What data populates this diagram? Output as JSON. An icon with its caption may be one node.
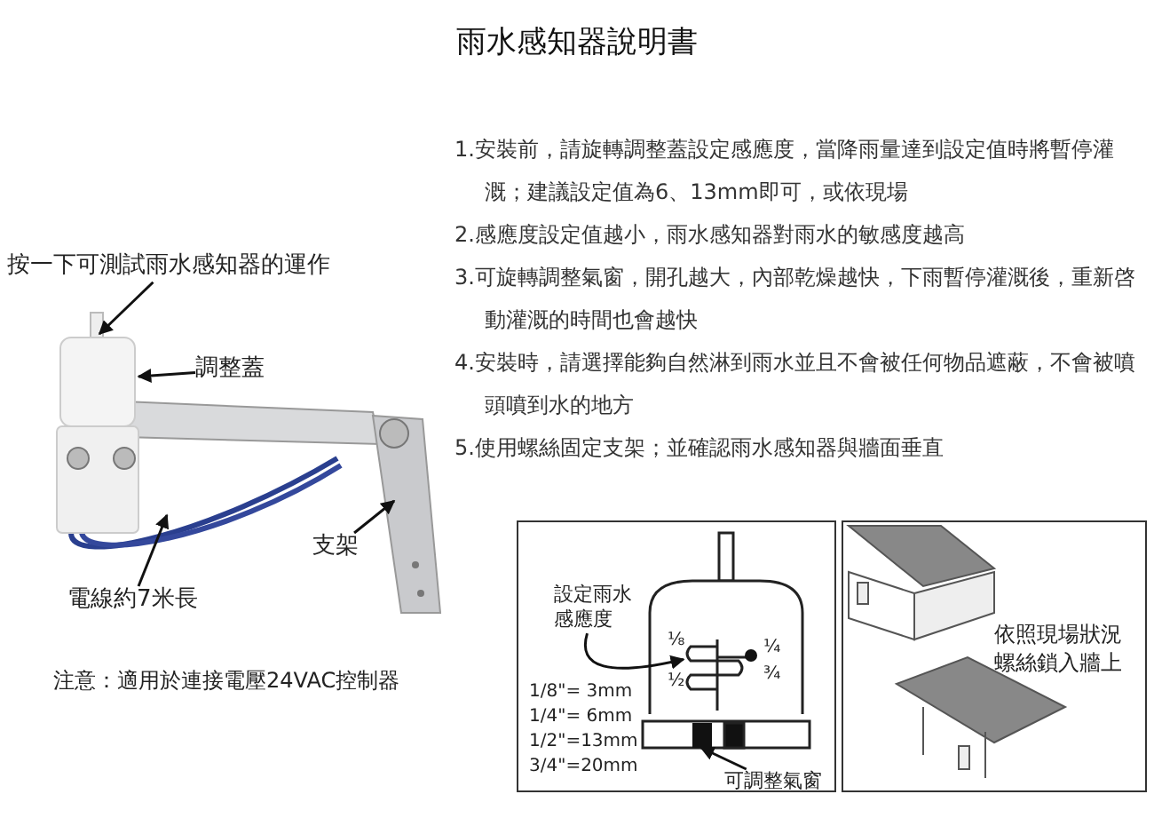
{
  "diagram": {
    "title": "雨水感知器說明書",
    "nodes": [
      {
        "text": [
          "按一下可測試雨水感知器的運作"
        ]
      },
      {
        "text": [
          "調整蓋"
        ]
      },
      {
        "text": [
          "電線約7米長"
        ]
      },
      {
        "text": [
          "支架"
        ]
      },
      {
        "text": [
          "設定雨水感應度"
        ]
      },
      {
        "text": [
          "可調整氣窗"
        ]
      },
      {
        "text": [],
        "shape": "picture"
      },
      {
        "text": [],
        "shape": "box"
      }
    ],
    "edges": [
      {
        "from": 0,
        "to": null,
        "arrow": "to"
      },
      {
        "from": 1,
        "to": null,
        "arrow": "to"
      },
      {
        "from": 2,
        "to": null,
        "arrow": "to"
      },
      {
        "from": 3,
        "to": null,
        "arrow": "to"
      },
      {
        "from": 4,
        "to": 6,
        "arrow": "to"
      },
      {
        "from": 5,
        "to": 7,
        "arrow": "to"
      }
    ],
    "labels": [
      "1.安裝前，請旋轉調整蓋設定感應度，當降雨量達到設定值時將暫停灌溉；建議設定值為6、13mm即可，或依現場",
      "2.感應度設定值越小，雨水感知器對雨水的敏感度越高",
      "3.可旋轉調整氣窗，開孔越大，內部乾燥越快，下雨暫停灌溉後，重新啓動灌溉的時間也會越快",
      "4.安裝時，請選擇能夠自然淋到雨水並且不會被任何物品遮蔽，不會被噴頭噴到水的地方",
      "5.使用螺絲固定支架；並確認雨水感知器與牆面垂直",
      "注意：適用於連接電壓24VAC控制器",
      "⅛",
      "½",
      "¼",
      "¾",
      "1/8\"= 3mm",
      "1/4\"= 6mm",
      "1/2\"=13mm",
      "3/4\"=20mm",
      "依照現場狀況螺絲鎖入牆上"
    ]
  }
}
